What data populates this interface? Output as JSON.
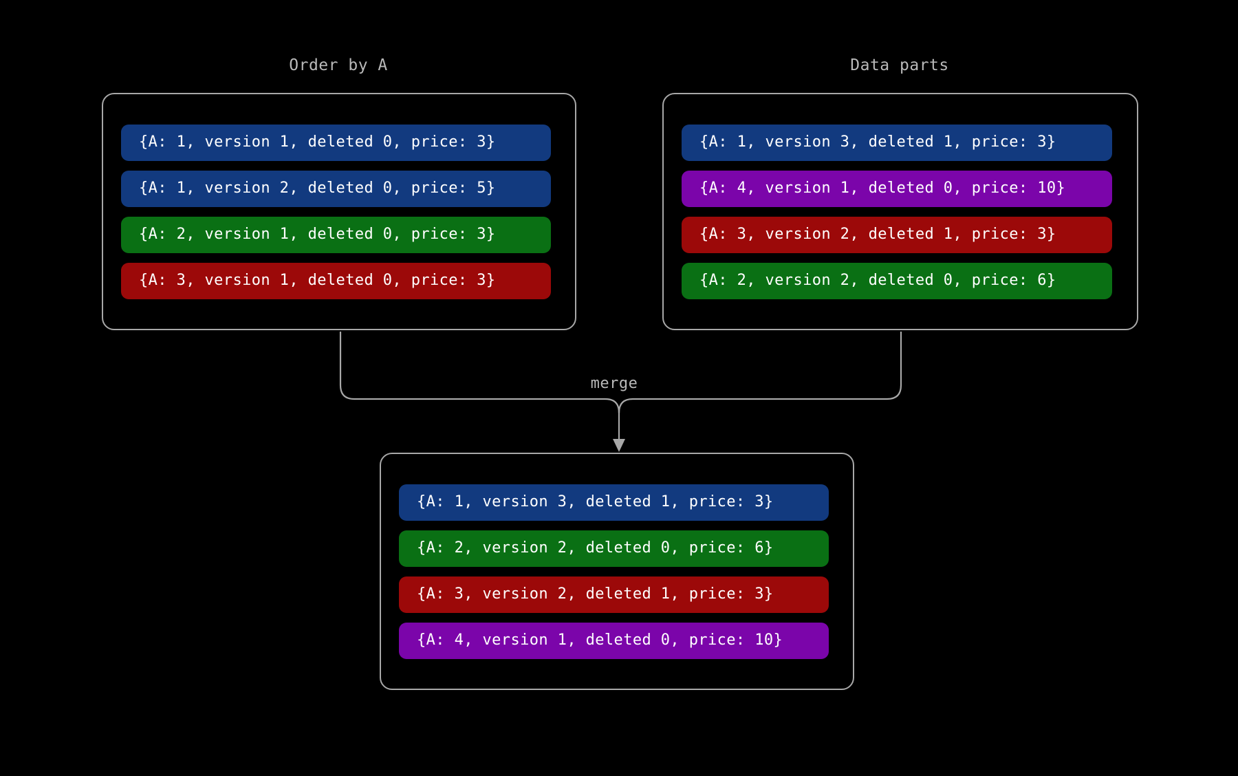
{
  "diagram": {
    "background_color": "#000000",
    "border_color": "#a8a8a8",
    "title_color": "#b9b9b9",
    "merge_label": "merge",
    "colors": {
      "blue": "#123a7f",
      "green": "#0a7014",
      "red": "#9c0909",
      "purple": "#7b05aa"
    }
  },
  "groups": [
    {
      "id": "order-by-a",
      "title": "Order by A",
      "rows": [
        {
          "color": "blue",
          "text": "{A: 1, version 1, deleted 0, price: 3}"
        },
        {
          "color": "blue",
          "text": "{A: 1, version 2, deleted 0, price: 5}"
        },
        {
          "color": "green",
          "text": "{A: 2, version 1, deleted 0, price: 3}"
        },
        {
          "color": "red",
          "text": "{A: 3, version 1, deleted 0, price: 3}"
        }
      ]
    },
    {
      "id": "data-parts",
      "title": "Data parts",
      "rows": [
        {
          "color": "blue",
          "text": "{A: 1, version 3, deleted 1, price: 3}"
        },
        {
          "color": "purple",
          "text": "{A: 4, version 1, deleted 0, price: 10}"
        },
        {
          "color": "red",
          "text": "{A: 3, version 2, deleted 1, price: 3}"
        },
        {
          "color": "green",
          "text": "{A: 2, version 2, deleted 0, price: 6}"
        }
      ]
    },
    {
      "id": "merged",
      "title": "",
      "rows": [
        {
          "color": "blue",
          "text": "{A: 1, version 3, deleted 1, price: 3}"
        },
        {
          "color": "green",
          "text": "{A: 2, version 2, deleted 0, price: 6}"
        },
        {
          "color": "red",
          "text": "{A: 3, version 2, deleted 1, price: 3}"
        },
        {
          "color": "purple",
          "text": "{A: 4, version 1, deleted 0, price: 10}"
        }
      ]
    }
  ]
}
